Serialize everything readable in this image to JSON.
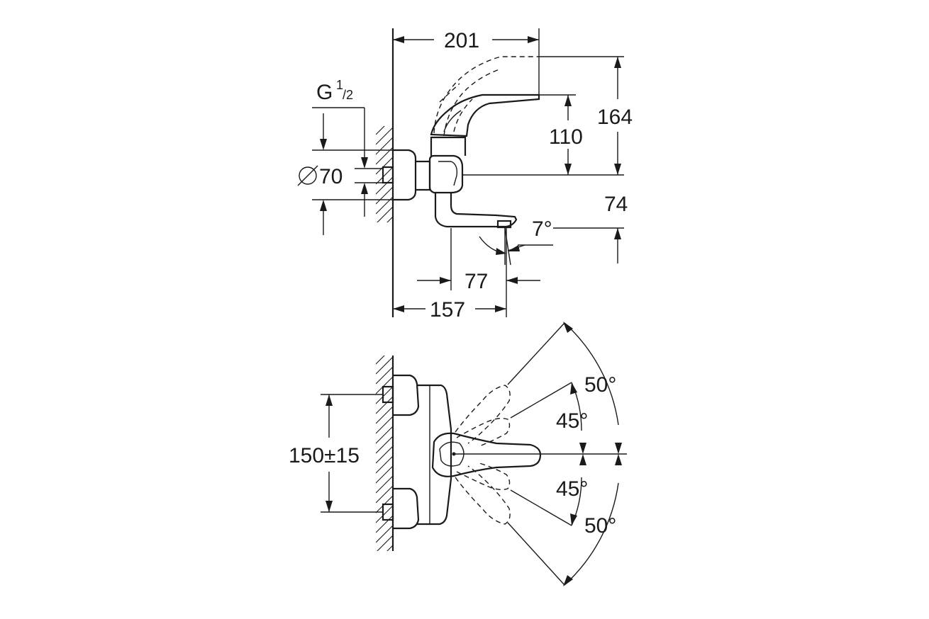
{
  "side_view": {
    "thread_main": "G",
    "thread_sup": "1",
    "thread_den": "/2",
    "dim_201": "201",
    "dim_164": "164",
    "dim_110": "110",
    "dim_diameter": "70",
    "dim_74": "74",
    "dim_angle": "7°",
    "dim_77": "77",
    "dim_157": "157"
  },
  "top_view": {
    "dim_center": "150±15",
    "angle_50_top": "50°",
    "angle_45_top": "45°",
    "angle_45_bottom": "45°",
    "angle_50_bottom": "50°"
  }
}
